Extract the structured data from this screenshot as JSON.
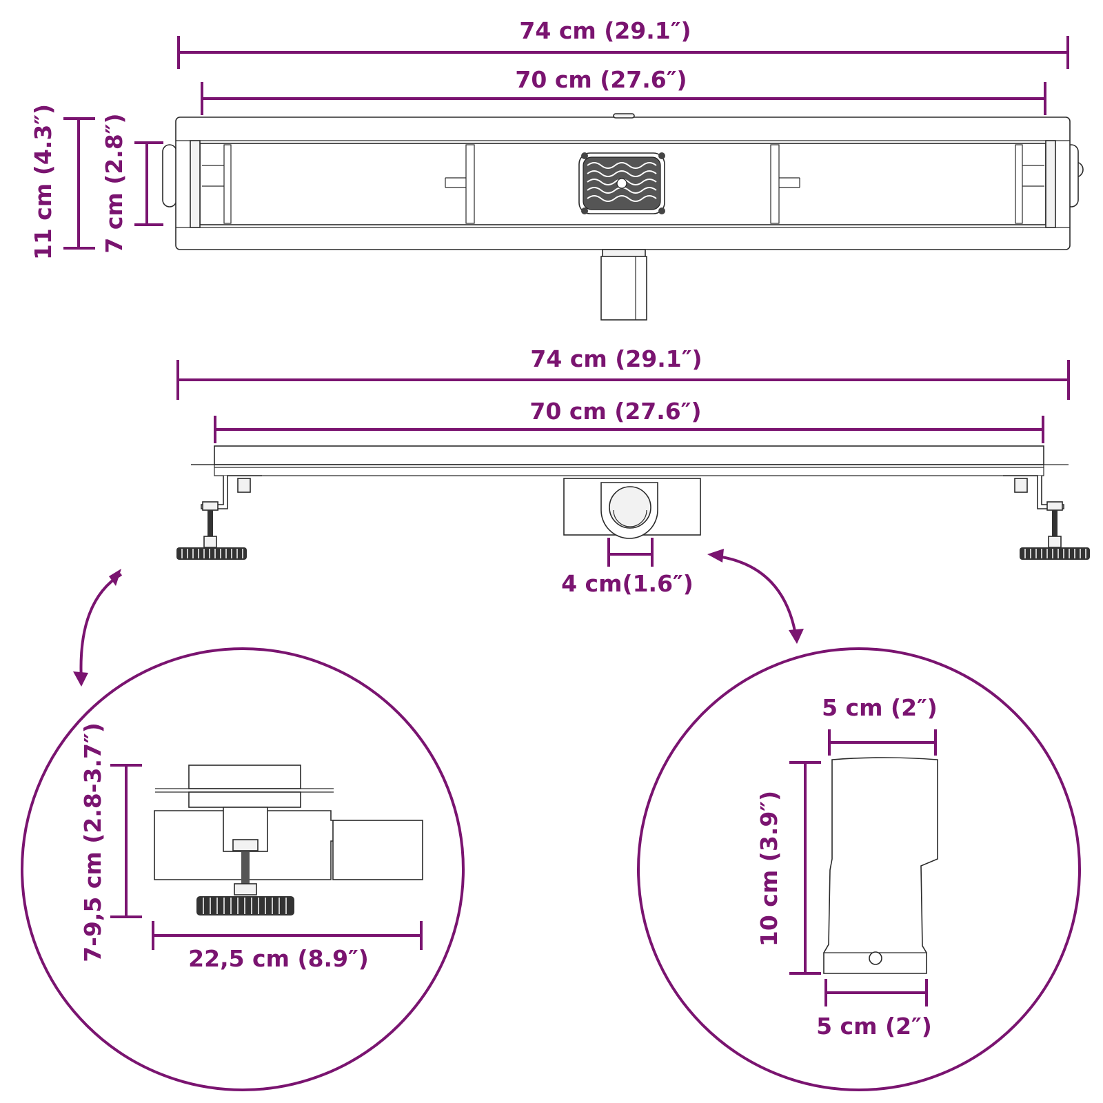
{
  "colors": {
    "accent": "#7a1470",
    "line": "#2a2a2a"
  },
  "top_view": {
    "overall_length": "74 cm (29.1″)",
    "grate_length": "70 cm (27.6″)",
    "overall_width": "11 cm (4.3″)",
    "inner_width": "7 cm (2.8″)"
  },
  "side_view": {
    "overall_length": "74 cm (29.1″)",
    "grate_length": "70 cm (27.6″)",
    "outlet_diameter": "4 cm(1.6″)"
  },
  "detail_left": {
    "height_range": "7-9,5 cm (2.8-3.7″)",
    "depth": "22,5 cm (8.9″)"
  },
  "detail_right": {
    "top_width": "5 cm (2″)",
    "height": "10 cm (3.9″)",
    "bottom_width": "5 cm (2″)"
  }
}
